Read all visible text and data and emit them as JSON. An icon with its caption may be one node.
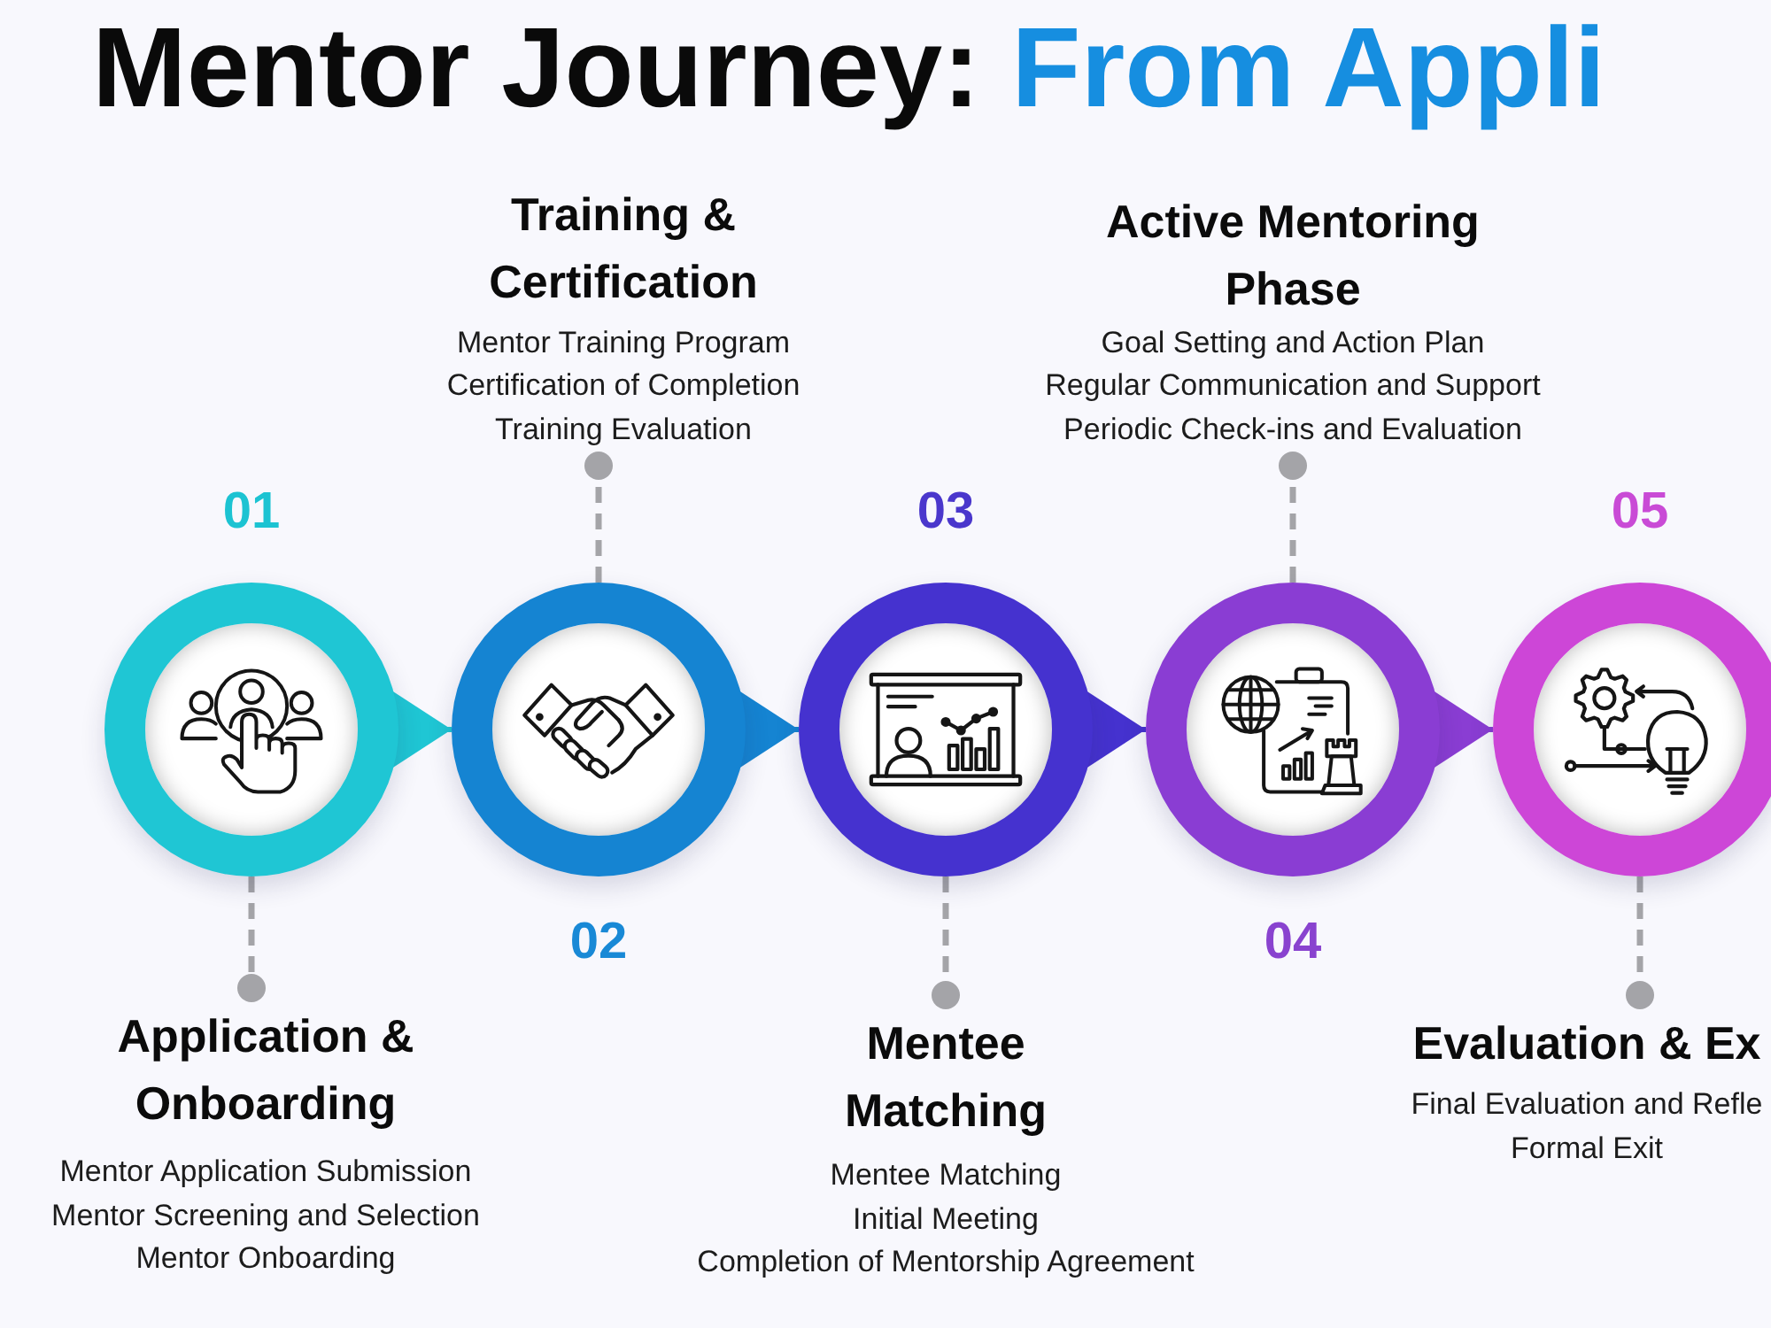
{
  "diagram": {
    "title": "Mentor Journey: From Appli",
    "nodes": [
      {
        "text": [],
        "shape": "circle",
        "beside": [
          "01"
        ]
      },
      {
        "text": [],
        "shape": "circle",
        "beside": [
          "02"
        ]
      },
      {
        "text": [],
        "shape": "circle",
        "beside": [
          "03"
        ]
      },
      {
        "text": [],
        "shape": "circle",
        "beside": [
          "04"
        ]
      },
      {
        "text": [],
        "shape": "circle",
        "beside": [
          "05"
        ]
      },
      {
        "text": [
          "Application & Onboarding",
          "Mentor Application Submission",
          "Mentor Screening and Selection",
          "Mentor Onboarding"
        ]
      },
      {
        "text": [
          "Training & Certification",
          "Mentor Training Program",
          "Certification of Completion",
          "Training Evaluation"
        ]
      },
      {
        "text": [
          "Mentee Matching",
          "Mentee Matching",
          "Initial Meeting",
          "Completion of Mentorship Agreement"
        ]
      },
      {
        "text": [
          "Active Mentoring Phase",
          "Goal Setting and Action Plan",
          "Regular Communication and Support",
          "Periodic Check-ins and Evaluation"
        ]
      },
      {
        "text": [
          "Evaluation & Ex",
          "Final Evaluation and Refle",
          "Formal Exit"
        ]
      }
    ],
    "edges": [
      {
        "from": 0,
        "to": 1,
        "arrow": "to",
        "color": "#1fc6d4"
      },
      {
        "from": 1,
        "to": 2,
        "arrow": "to",
        "color": "#1584d2"
      },
      {
        "from": 2,
        "to": 3,
        "arrow": "to",
        "color": "#4532cf"
      },
      {
        "from": 3,
        "to": 4,
        "arrow": "to",
        "color": "#8a3dd3"
      },
      {
        "from": 0,
        "to": 5,
        "arrow": "other",
        "style": "dashed"
      },
      {
        "from": 1,
        "to": 6,
        "arrow": "other",
        "style": "dashed"
      },
      {
        "from": 2,
        "to": 7,
        "arrow": "other",
        "style": "dashed"
      },
      {
        "from": 3,
        "to": 8,
        "arrow": "other",
        "style": "dashed"
      },
      {
        "from": 4,
        "to": 9,
        "arrow": "other",
        "style": "dashed"
      }
    ]
  }
}
